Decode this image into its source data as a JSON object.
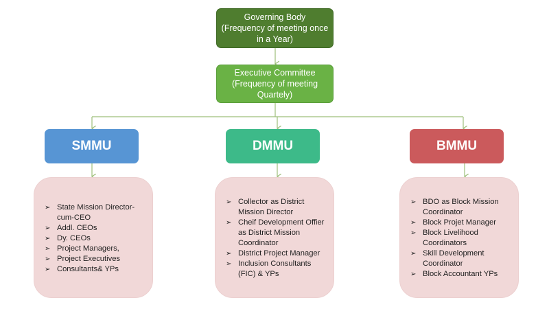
{
  "governing_body": {
    "title": "Governing Body",
    "lines": [
      "(Frequency of meeting once",
      "in a Year)"
    ]
  },
  "executive_committee": {
    "title": "Executive Committee",
    "lines": [
      "(Frequency of meeting",
      "Quartely)"
    ]
  },
  "units": [
    {
      "label": "SMMU",
      "color": "#5795d4",
      "members": [
        "State Mission Director-cum-CEO",
        "Addl. CEOs",
        "Dy. CEOs",
        "Project Managers,",
        "Project Executives",
        "Consultants& YPs"
      ]
    },
    {
      "label": "DMMU",
      "color": "#3dba89",
      "members": [
        "Collector as District Mission Director",
        "Cheif Development Offier as District Mission Coordinator",
        "District Project Manager",
        "Inclusion Consultants (FIC) & YPs"
      ]
    },
    {
      "label": "BMMU",
      "color": "#cb5a5c",
      "members": [
        "BDO as Block Mission Coordinator",
        "Block Projet Manager",
        "Block Livelihood Coordinators",
        "Skill Development Coordinator",
        "Block Accountant YPs"
      ]
    }
  ],
  "bullet_glyph": "➢",
  "colors": {
    "governing": "#4f7d2f",
    "executive": "#6ab245",
    "panel": "#f1d8d8",
    "connector": "#9dbf7a"
  }
}
